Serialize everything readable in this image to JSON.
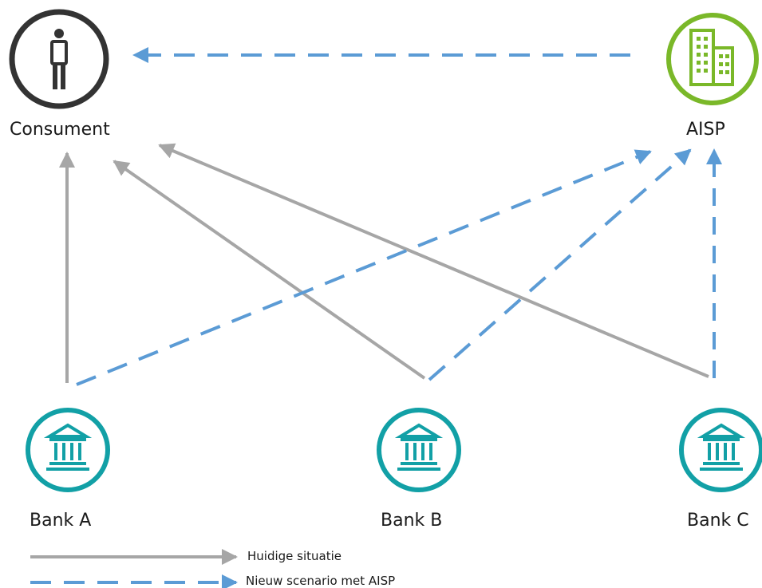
{
  "nodes": {
    "consument": {
      "label": "Consument",
      "color": "#333333",
      "icon": "person-icon"
    },
    "aisp": {
      "label": "AISP",
      "color": "#7ab829",
      "icon": "building-icon"
    },
    "bank_a": {
      "label": "Bank A",
      "color": "#12a0a6",
      "icon": "bank-icon"
    },
    "bank_b": {
      "label": "Bank B",
      "color": "#12a0a6",
      "icon": "bank-icon"
    },
    "bank_c": {
      "label": "Bank C",
      "color": "#12a0a6",
      "icon": "bank-icon"
    }
  },
  "edges": {
    "current": [
      {
        "from": "Bank A",
        "to": "Consument"
      },
      {
        "from": "Bank B",
        "to": "Consument"
      },
      {
        "from": "Bank C",
        "to": "Consument"
      }
    ],
    "new": [
      {
        "from": "AISP",
        "to": "Consument"
      },
      {
        "from": "Bank A",
        "to": "AISP"
      },
      {
        "from": "Bank B",
        "to": "AISP"
      },
      {
        "from": "Bank C",
        "to": "AISP"
      }
    ]
  },
  "legend": {
    "current_label": "Huidige situatie",
    "new_label": "Nieuw scenario met AISP"
  },
  "colors": {
    "current_line": "#a6a6a6",
    "new_line": "#5b9bd5"
  }
}
